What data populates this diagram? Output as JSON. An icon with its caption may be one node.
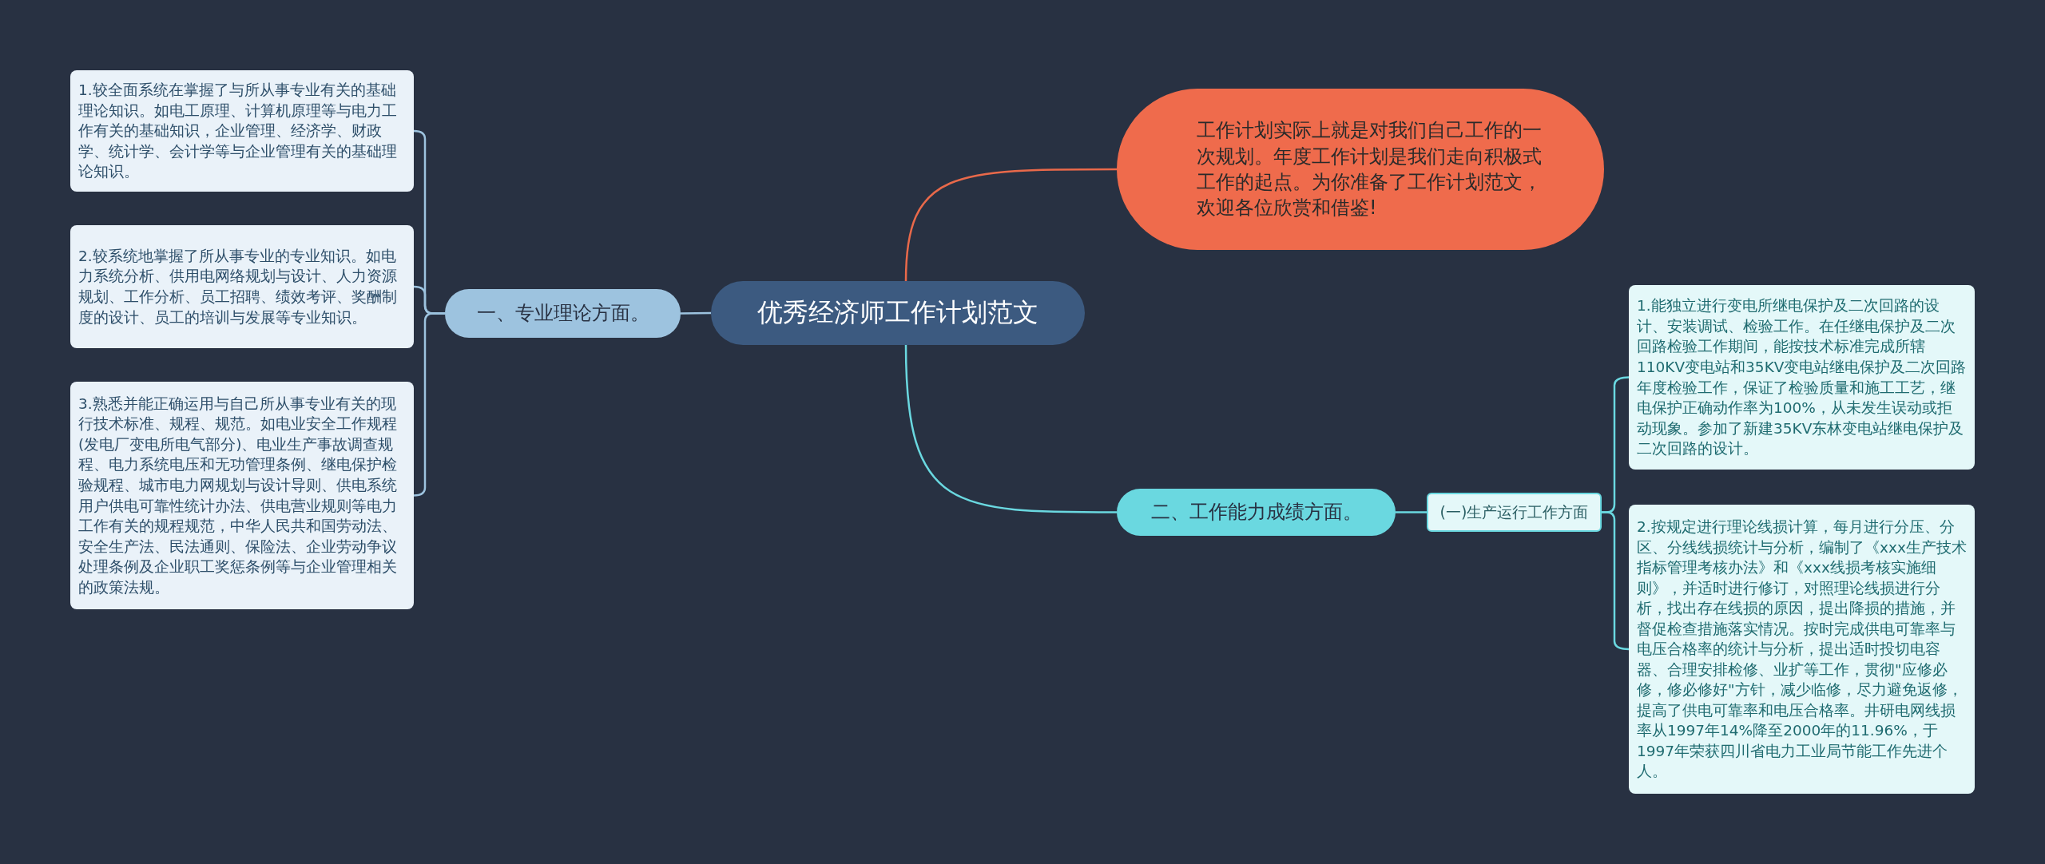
{
  "diagram": {
    "nodes": [
      {
        "text": [
          "优秀经济师工作计划范文"
        ]
      },
      {
        "text": [
          "工作计划实际上就是对我们自己工作的一次规划。年度工作计划是我们走向积极式工作的起点。为你准备了工作计划范文，欢迎各位欣赏和借鉴!"
        ]
      },
      {
        "text": [
          "一、专业理论方面。"
        ]
      },
      {
        "text": [
          "1.较全面系统在掌握了与所从事专业有关的基础理论知识。如电工原理、计算机原理等与电力工作有关的基础知识，企业管理、经济学、财政学、统计学、会计学等与企业管理有关的基础理论知识。"
        ]
      },
      {
        "text": [
          "2.较系统地掌握了所从事专业的专业知识。如电力系统分析、供用电网络规划与设计、人力资源规划、工作分析、员工招聘、绩效考评、奖酬制度的设计、员工的培训与发展等专业知识。"
        ]
      },
      {
        "text": [
          "3.熟悉并能正确运用与自己所从事专业有关的现行技术标准、规程、规范。如电业安全工作规程(发电厂变电所电气部分)、电业生产事故调查规程、电力系统电压和无功管理条例、继电保护检验规程、城市电力网规划与设计导则、供电系统用户供电可靠性统计办法、供电营业规则等电力工作有关的规程规范，中华人民共和国劳动法、安全生产法、民法通则、保险法、企业劳动争议处理条例及企业职工奖惩条例等与企业管理相关的政策法规。"
        ]
      },
      {
        "text": [
          "二、工作能力成绩方面。"
        ]
      },
      {
        "text": [
          "(一)生产运行工作方面"
        ]
      },
      {
        "text": [
          "1.能独立进行变电所继电保护及二次回路的设计、安装调试、检验工作。在任继电保护及二次回路检验工作期间，能按技术标准完成所辖110KV变电站和35KV变电站继电保护及二次回路年度检验工作，保证了检验质量和施工工艺，继电保护正确动作率为100%，从未发生误动或拒动现象。参加了新建35KV东林变电站继电保护及二次回路的设计。"
        ]
      },
      {
        "text": [
          "2.按规定进行理论线损计算，每月进行分压、分区、分线线损统计与分析，编制了《xxx生产技术指标管理考核办法》和《xxx线损考核实施细则》，并适时进行修订，对照理论线损进行分析，找出存在线损的原因，提出降损的措施，并督促检查措施落实情况。按时完成供电可靠率与电压合格率的统计与分析，提出适时投切电容器、合理安排检修、业扩等工作，贯彻\"应修必修，修必修好\"方针，减少临修，尽力避免返修，提高了供电可靠率和电压合格率。井研电网线损率从1997年14%降至2000年的11.96%，于1997年荣获四川省电力工业局节能工作先进个人。"
        ]
      }
    ],
    "edges": [
      {
        "from": 0,
        "to": 1,
        "arrow": "none",
        "color": "#e9694a"
      },
      {
        "from": 0,
        "to": 2,
        "arrow": "none"
      },
      {
        "from": 2,
        "to": 3,
        "arrow": "none"
      },
      {
        "from": 2,
        "to": 4,
        "arrow": "none"
      },
      {
        "from": 2,
        "to": 5,
        "arrow": "none"
      },
      {
        "from": 0,
        "to": 6,
        "arrow": "none",
        "color": "#6ad8e0"
      },
      {
        "from": 6,
        "to": 7,
        "arrow": "none",
        "color": "#6ad8e0"
      },
      {
        "from": 7,
        "to": 8,
        "arrow": "none",
        "color": "#6ad8e0"
      },
      {
        "from": 7,
        "to": 9,
        "arrow": "none",
        "color": "#6ad8e0"
      }
    ]
  }
}
